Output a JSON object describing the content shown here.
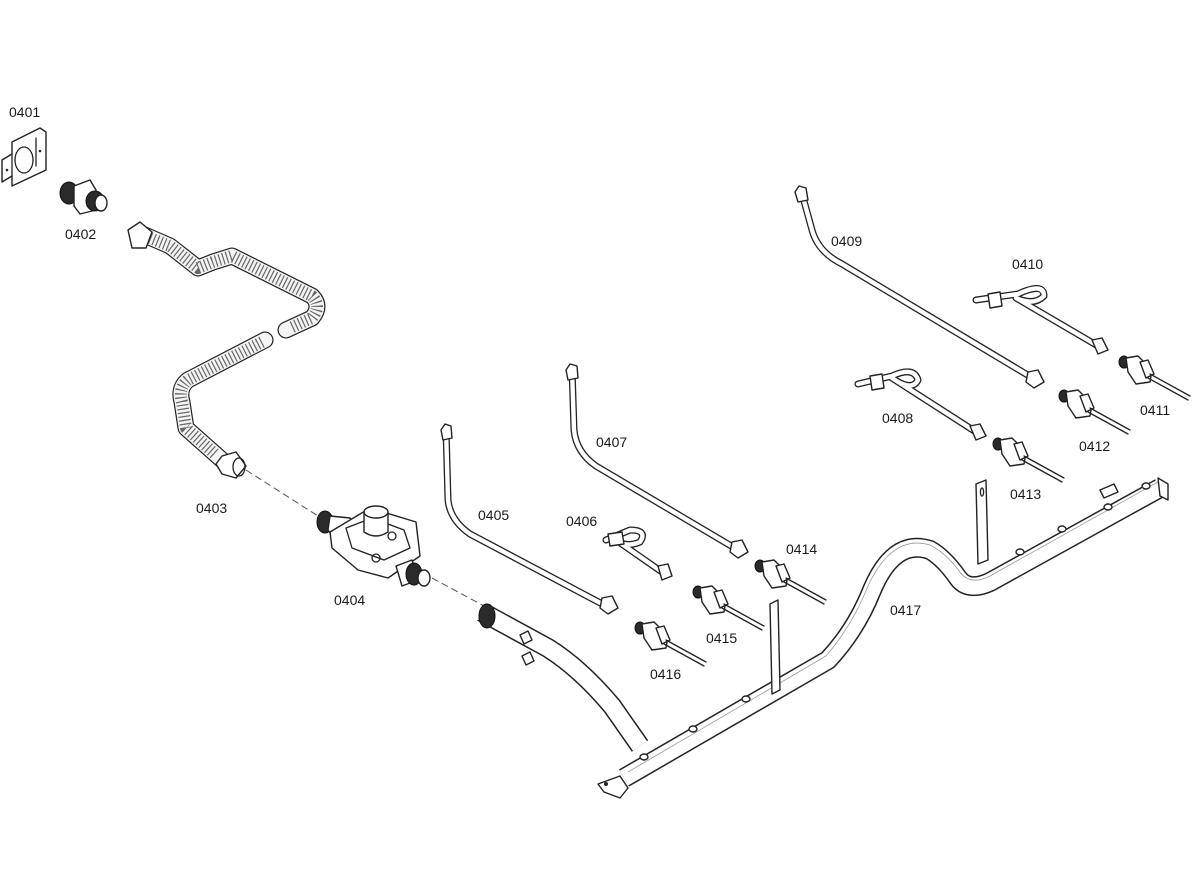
{
  "diagram": {
    "type": "exploded-parts-view",
    "subject": "gas supply assembly (hose, regulator, burner tubes, gas valves, manifold rail)",
    "parts": [
      {
        "id": "0401",
        "label": "0401",
        "kind": "bracket"
      },
      {
        "id": "0402",
        "label": "0402",
        "kind": "threaded adapter"
      },
      {
        "id": "0403",
        "label": "0403",
        "kind": "corrugated gas hose"
      },
      {
        "id": "0404",
        "label": "0404",
        "kind": "pressure regulator"
      },
      {
        "id": "0405",
        "label": "0405",
        "kind": "gas tube"
      },
      {
        "id": "0406",
        "label": "0406",
        "kind": "looped gas tube"
      },
      {
        "id": "0407",
        "label": "0407",
        "kind": "gas tube"
      },
      {
        "id": "0408",
        "label": "0408",
        "kind": "looped gas tube"
      },
      {
        "id": "0409",
        "label": "0409",
        "kind": "gas tube"
      },
      {
        "id": "0410",
        "label": "0410",
        "kind": "looped gas tube"
      },
      {
        "id": "0411",
        "label": "0411",
        "kind": "gas valve"
      },
      {
        "id": "0412",
        "label": "0412",
        "kind": "gas valve"
      },
      {
        "id": "0413",
        "label": "0413",
        "kind": "gas valve"
      },
      {
        "id": "0414",
        "label": "0414",
        "kind": "gas valve"
      },
      {
        "id": "0415",
        "label": "0415",
        "kind": "gas valve"
      },
      {
        "id": "0416",
        "label": "0416",
        "kind": "gas valve"
      },
      {
        "id": "0417",
        "label": "0417",
        "kind": "gas manifold rail"
      }
    ]
  }
}
